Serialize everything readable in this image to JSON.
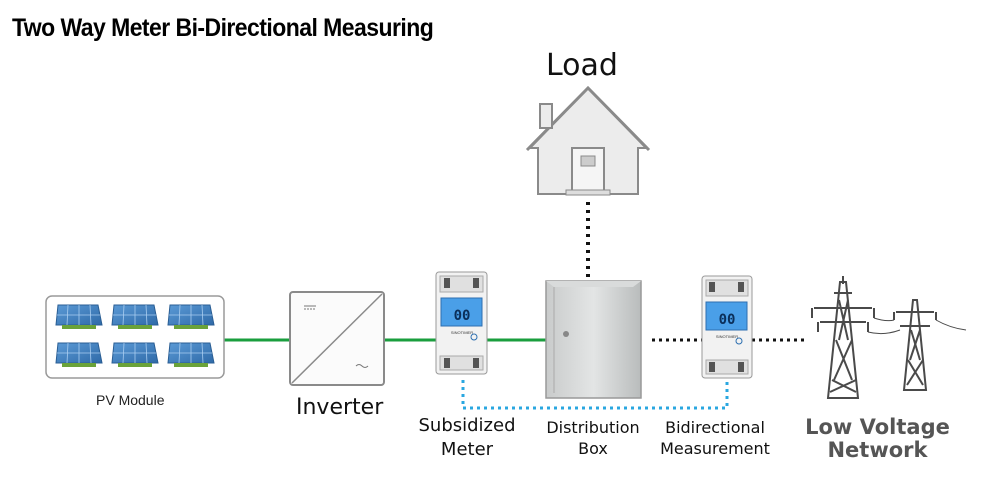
{
  "title": "Two Way Meter Bi-Directional  Measuring",
  "labels": {
    "load": "Load",
    "pv_module": "PV Module",
    "inverter": "Inverter",
    "subsidized_meter": [
      "Subsidized",
      "Meter"
    ],
    "distribution_box": [
      "Distribution",
      "Box"
    ],
    "bidirectional_measurement": [
      "Bidirectional",
      "Measurement"
    ],
    "low_voltage_network": [
      "Low Voltage",
      "Network"
    ]
  },
  "meter_display": {
    "reading": "00",
    "brand": "SINOTIMER"
  },
  "colors": {
    "green_wire": "#1a9e3e",
    "dotted_black": "#111111",
    "dotted_blue": "#2aa7e0",
    "meter_screen": "#4a9fe8",
    "solar_panel": "#3d7fc1"
  }
}
